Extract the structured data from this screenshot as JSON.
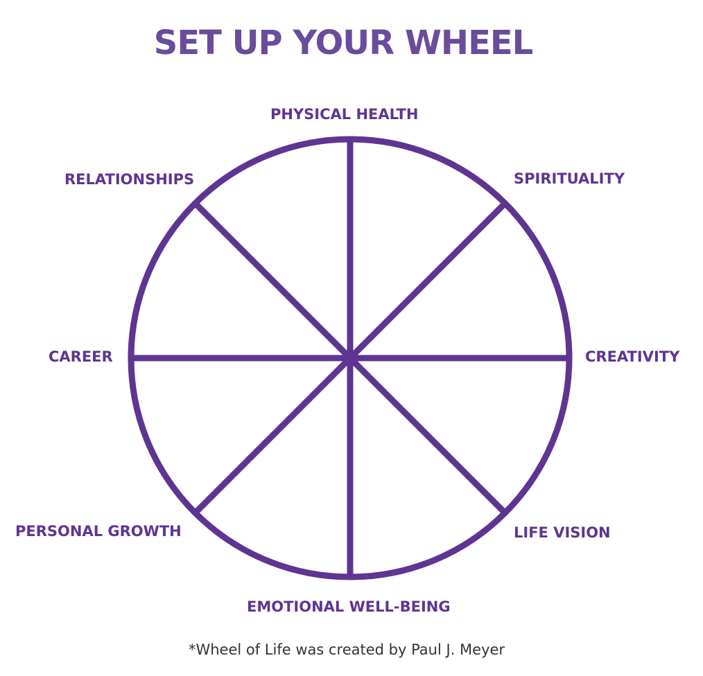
{
  "title": "SET UP YOUR WHEEL",
  "colors": {
    "title": "#6a4c9c",
    "wheel": "#5e3592",
    "caption": "#333333"
  },
  "segments": [
    "PHYSICAL HEALTH",
    "SPIRITUALITY",
    "CREATIVITY",
    "LIFE VISION",
    "EMOTIONAL WELL-BEING",
    "PERSONAL GROWTH",
    "CAREER",
    "RELATIONSHIPS"
  ],
  "caption": "*Wheel of Life was created by Paul J. Meyer"
}
